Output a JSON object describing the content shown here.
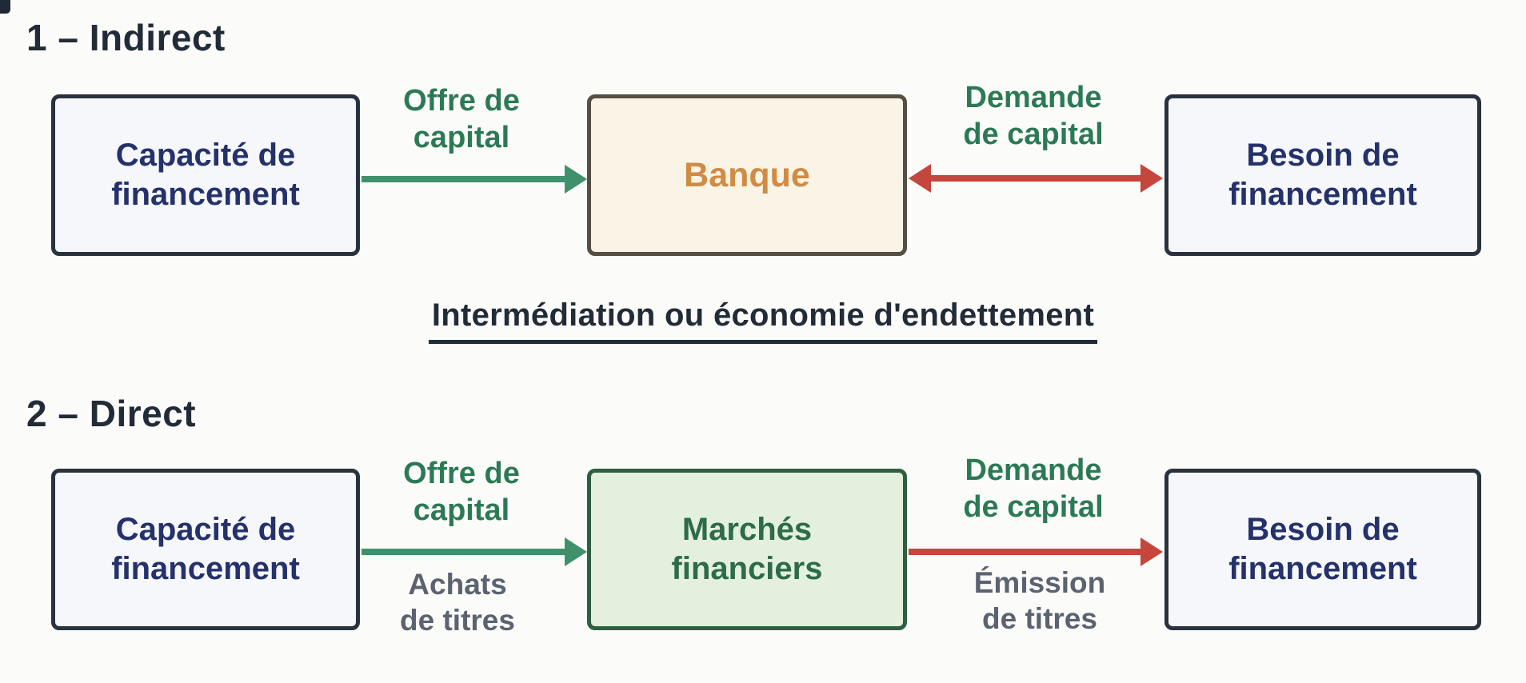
{
  "colors": {
    "background": "#fbfbfa",
    "light_box_fill": "#f5f7fa",
    "light_box_border": "#29333f",
    "navy_text": "#25316b",
    "banque_fill": "#faf4e6",
    "banque_border": "#554e42",
    "banque_text": "#d08b44",
    "marches_fill": "#e4f0de",
    "marches_border": "#2d5f41",
    "marches_text": "#2d6b4b",
    "green_label": "#2c7a55",
    "green_arrow": "#41906c",
    "red_arrow": "#c4463c",
    "gray_sublabel": "#5b6370",
    "heading_text": "#222c38"
  },
  "sections": [
    {
      "title": "1 – Indirect",
      "left_box": "Capacité de\nfinancement",
      "center_box": "Banque",
      "right_box": "Besoin de\nfinancement",
      "supply_label": "Offre de\ncapital",
      "demand_label": "Demande\nde capital",
      "caption": "Intermédiation ou économie d'endettement"
    },
    {
      "title": "2 – Direct",
      "left_box": "Capacité de\nfinancement",
      "center_box": "Marchés\nfinanciers",
      "right_box": "Besoin de\nfinancement",
      "supply_label": "Offre de\ncapital",
      "supply_sublabel": "Achats\nde titres",
      "demand_label": "Demande\nde capital",
      "demand_sublabel": "Émission\nde titres"
    }
  ]
}
